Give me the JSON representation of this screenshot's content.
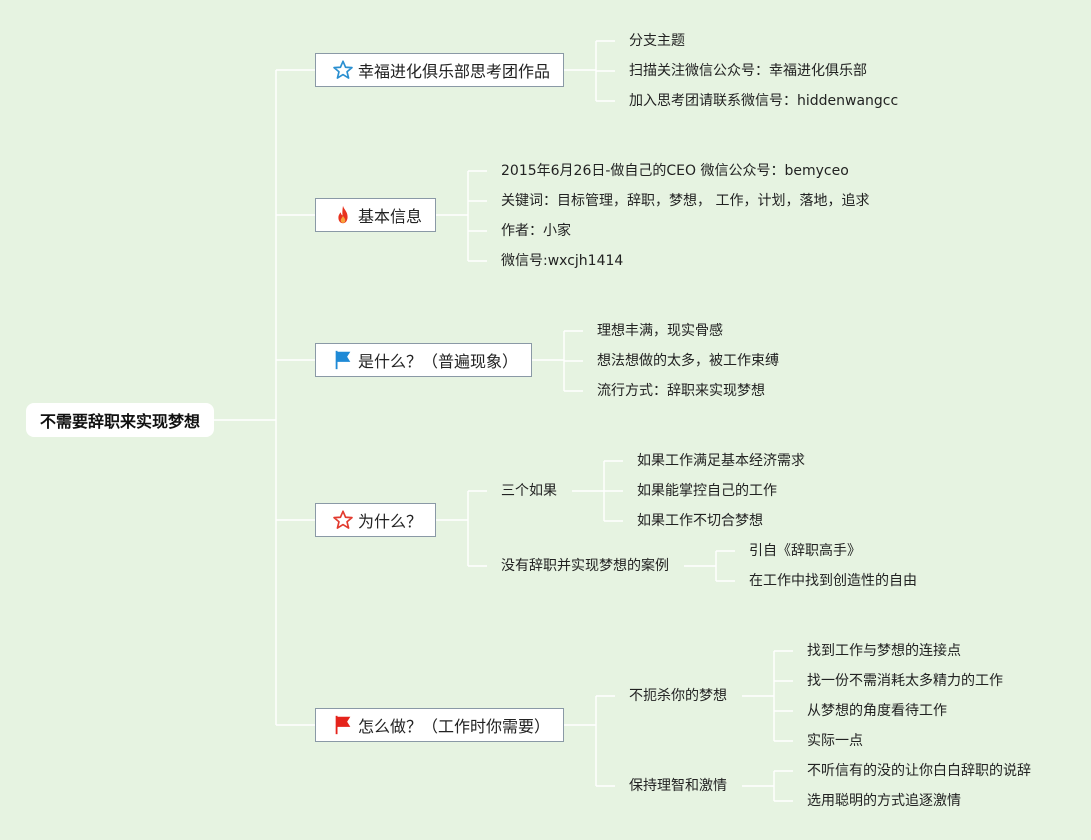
{
  "root": {
    "label": "不需要辞职来实现梦想"
  },
  "branches": [
    {
      "label": "幸福进化俱乐部思考团作品",
      "icon": "star-outline-icon",
      "children": [
        "分支主题",
        "扫描关注微信公众号：幸福进化俱乐部",
        "加入思考团请联系微信号：hiddenwangcc"
      ]
    },
    {
      "label": "基本信息",
      "icon": "fire-icon",
      "children": [
        "2015年6月26日-做自己的CEO 微信公众号：bemyceo",
        "关键词：目标管理，辞职，梦想， 工作，计划，落地，追求",
        "作者：小家",
        "微信号:wxcjh1414"
      ]
    },
    {
      "label": "是什么？（普遍现象）",
      "icon": "flag-blue-icon",
      "children": [
        "理想丰满，现实骨感",
        "想法想做的太多，被工作束缚",
        "流行方式：辞职来实现梦想"
      ]
    },
    {
      "label": "为什么？",
      "icon": "star-red-outline-icon",
      "groups": [
        {
          "label": "三个如果",
          "children": [
            "如果工作满足基本经济需求",
            "如果能掌控自己的工作",
            "如果工作不切合梦想"
          ]
        },
        {
          "label": "没有辞职并实现梦想的案例",
          "children": [
            "引自《辞职高手》",
            "在工作中找到创造性的自由"
          ]
        }
      ]
    },
    {
      "label": "怎么做？（工作时你需要）",
      "icon": "flag-red-icon",
      "groups": [
        {
          "label": "不扼杀你的梦想",
          "children": [
            "找到工作与梦想的连接点",
            "找一份不需消耗太多精力的工作",
            "从梦想的角度看待工作",
            "实际一点"
          ]
        },
        {
          "label": "保持理智和激情",
          "children": [
            "不听信有的没的让你白白辞职的说辞",
            "选用聪明的方式追逐激情"
          ]
        }
      ]
    }
  ],
  "colors": {
    "background": "#e6f3e1",
    "connector": "#ffffff",
    "node_border": "#8a99a6",
    "star_blue": "#2a8fd0",
    "fire_red": "#e8321e",
    "flag_blue": "#1f8ad6",
    "star_red": "#e23a2e",
    "flag_red": "#e5231b"
  }
}
